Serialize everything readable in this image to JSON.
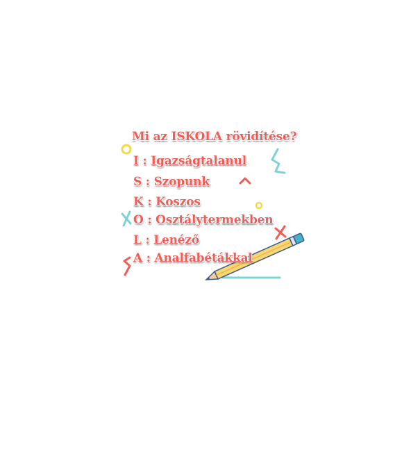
{
  "title": "Mi az ISKOLA rövidítése?",
  "lines": [
    "I : Igazságtalanul",
    "S : Szopunk",
    "K : Koszos",
    "O : Osztálytermekben",
    "L : Lenéző",
    "A : Analfabétákkal"
  ],
  "colors": {
    "text": "#f25c54",
    "outline": "#ffffff",
    "accent_yellow": "#f5d84a",
    "accent_teal": "#7fd1d6",
    "accent_red": "#f25c54",
    "pencil_body": "#f7d774",
    "pencil_tip": "#3a5a8c",
    "pencil_eraser": "#4ab0c8"
  },
  "icons": [
    "pencil-icon",
    "x-mark-icon",
    "circle-icon",
    "zigzag-icon",
    "caret-icon"
  ]
}
